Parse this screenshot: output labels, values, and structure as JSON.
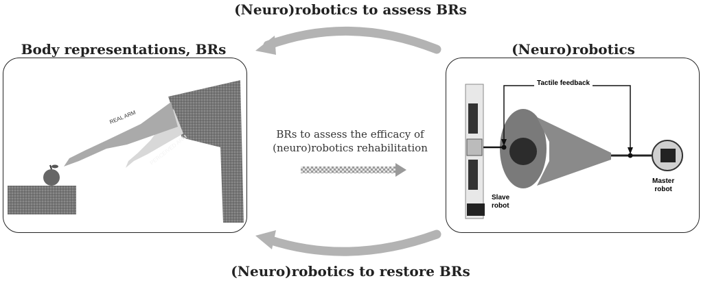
{
  "arrows": {
    "top": "(Neuro)robotics to assess BRs",
    "bottom": "(Neuro)robotics to restore BRs",
    "middle_line1": "BRs to assess the efficacy of",
    "middle_line2": "(neuro)robotics rehabilitation"
  },
  "left_panel": {
    "title": "Body representations, BRs",
    "real_arm_label": "REAL ARM",
    "perceived_arm_label": "PERCEIVED ARM"
  },
  "right_panel": {
    "title": "(Neuro)robotics",
    "tactile_label": "Tactile feedback",
    "slave_label_1": "Slave",
    "slave_label_2": "robot",
    "master_label_1": "Master",
    "master_label_2": "robot"
  },
  "colors": {
    "arrow_gray": "#b3b3b3",
    "sleeve": "#7a7a7a",
    "text": "#222222"
  }
}
